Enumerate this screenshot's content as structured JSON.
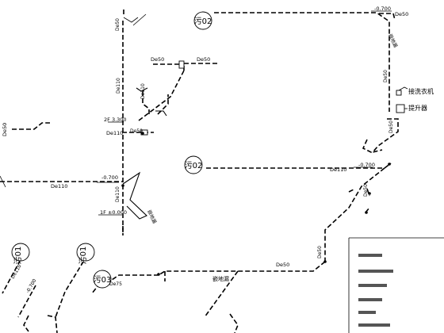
{
  "diagram": {
    "riser_badges": [
      {
        "id": "r1",
        "text": "污02"
      },
      {
        "id": "r2",
        "text": "污02"
      },
      {
        "id": "r3",
        "text": "污01"
      },
      {
        "id": "r4",
        "text": "污01"
      },
      {
        "id": "r5",
        "text": "污03"
      }
    ],
    "pipe_labels": [
      {
        "id": "p1",
        "text": "De50"
      },
      {
        "id": "p2",
        "text": "De50"
      },
      {
        "id": "p3",
        "text": "De50"
      },
      {
        "id": "p4",
        "text": "De110"
      },
      {
        "id": "p5",
        "text": "De110"
      },
      {
        "id": "p6",
        "text": "De50"
      },
      {
        "id": "p7",
        "text": "De110"
      },
      {
        "id": "p8",
        "text": "De50"
      },
      {
        "id": "p9",
        "text": "De110"
      },
      {
        "id": "p10",
        "text": "De110"
      },
      {
        "id": "p11",
        "text": "De50"
      },
      {
        "id": "p12",
        "text": "De50"
      },
      {
        "id": "p13",
        "text": "De50"
      },
      {
        "id": "p14",
        "text": "De50"
      },
      {
        "id": "p15",
        "text": "De110"
      },
      {
        "id": "p16",
        "text": "De50"
      },
      {
        "id": "p17",
        "text": "De75"
      },
      {
        "id": "p18",
        "text": "De110"
      },
      {
        "id": "p19",
        "text": "De50"
      }
    ],
    "elevations": [
      {
        "id": "e1",
        "text": "-0.700"
      },
      {
        "id": "e2",
        "text": "-0.700"
      },
      {
        "id": "e3",
        "text": "-0.700"
      },
      {
        "id": "e4",
        "text": "-0.700"
      }
    ],
    "floor_marks": [
      {
        "id": "f1",
        "text": "2F 3.300"
      },
      {
        "id": "f2",
        "text": "1F ±0.000"
      }
    ],
    "equipment": {
      "washing_machine": "接洗衣机",
      "lift_device": "提升器",
      "floor_drain_a": "嵌地漏",
      "floor_drain_b": "嵌地漏",
      "floor_drain_c": "嵌地漏"
    }
  }
}
